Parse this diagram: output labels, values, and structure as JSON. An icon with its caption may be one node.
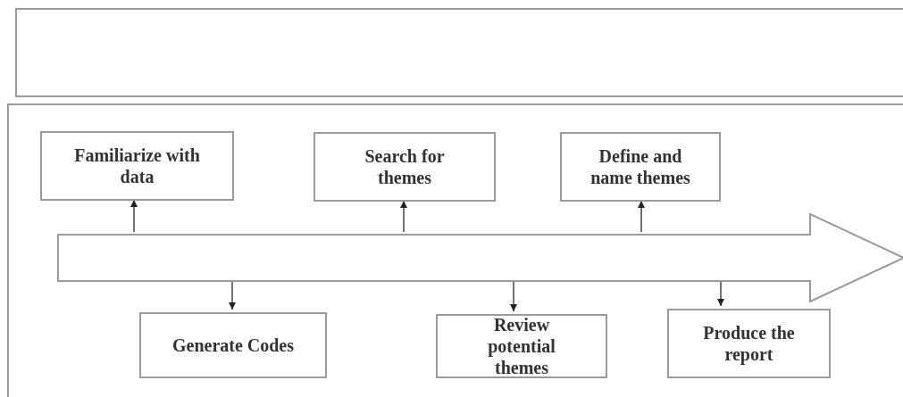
{
  "diagram": {
    "nodes": [
      {
        "text": [],
        "shape": "box"
      },
      {
        "text": [],
        "shape": "box"
      },
      {
        "text": [],
        "shape": "arrow",
        "in": 1
      },
      {
        "text": [
          "Familiarize with data"
        ],
        "in": 1
      },
      {
        "text": [
          "Search for themes"
        ],
        "in": 1
      },
      {
        "text": [
          "Define and name themes"
        ],
        "in": 1
      },
      {
        "text": [
          "Generate Codes"
        ],
        "in": 1
      },
      {
        "text": [
          "Review potential themes"
        ],
        "in": 1
      },
      {
        "text": [
          "Produce the report"
        ],
        "in": 1
      }
    ],
    "edges": [
      {
        "from": 2,
        "to": 3,
        "arrow": "to"
      },
      {
        "from": 2,
        "to": 6,
        "arrow": "to"
      },
      {
        "from": 2,
        "to": 4,
        "arrow": "to"
      },
      {
        "from": 2,
        "to": 7,
        "arrow": "to"
      },
      {
        "from": 2,
        "to": 5,
        "arrow": "to"
      },
      {
        "from": 2,
        "to": 8,
        "arrow": "to"
      }
    ]
  }
}
